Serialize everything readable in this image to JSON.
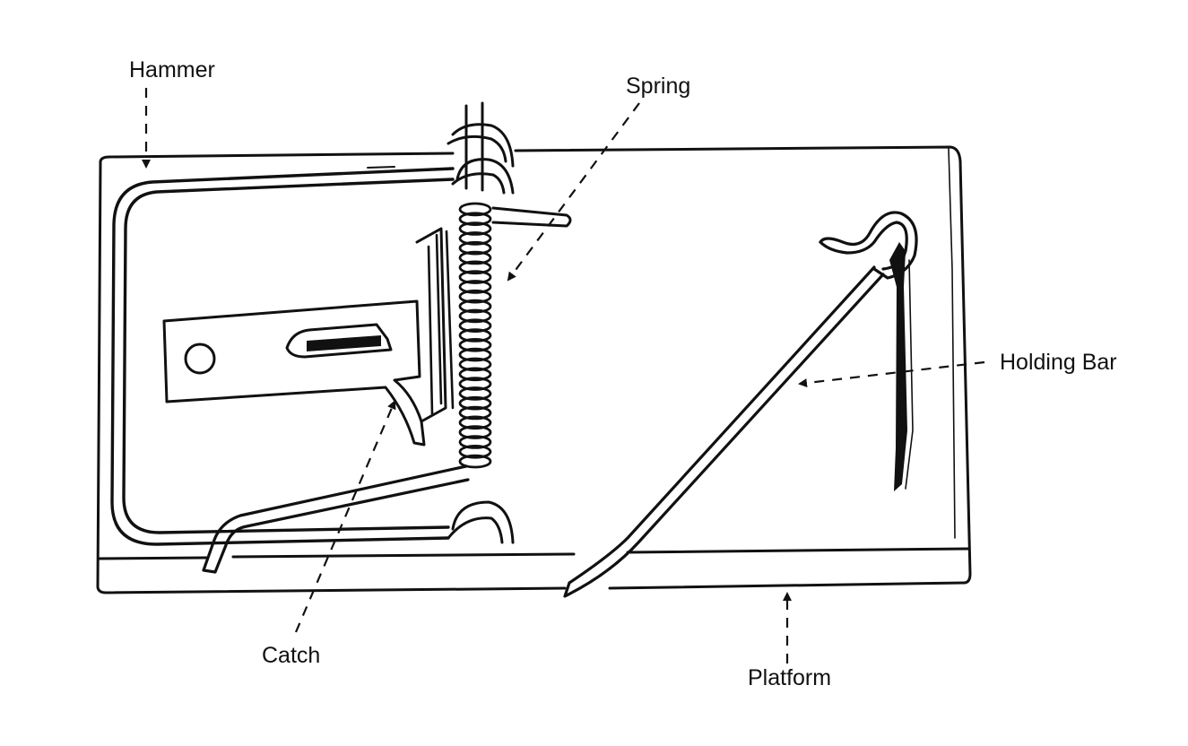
{
  "diagram": {
    "labels": {
      "hammer": "Hammer",
      "spring": "Spring",
      "holding_bar": "Holding Bar",
      "catch": "Catch",
      "platform": "Platform"
    }
  },
  "colors": {
    "ink": "#111111",
    "background": "#ffffff"
  }
}
